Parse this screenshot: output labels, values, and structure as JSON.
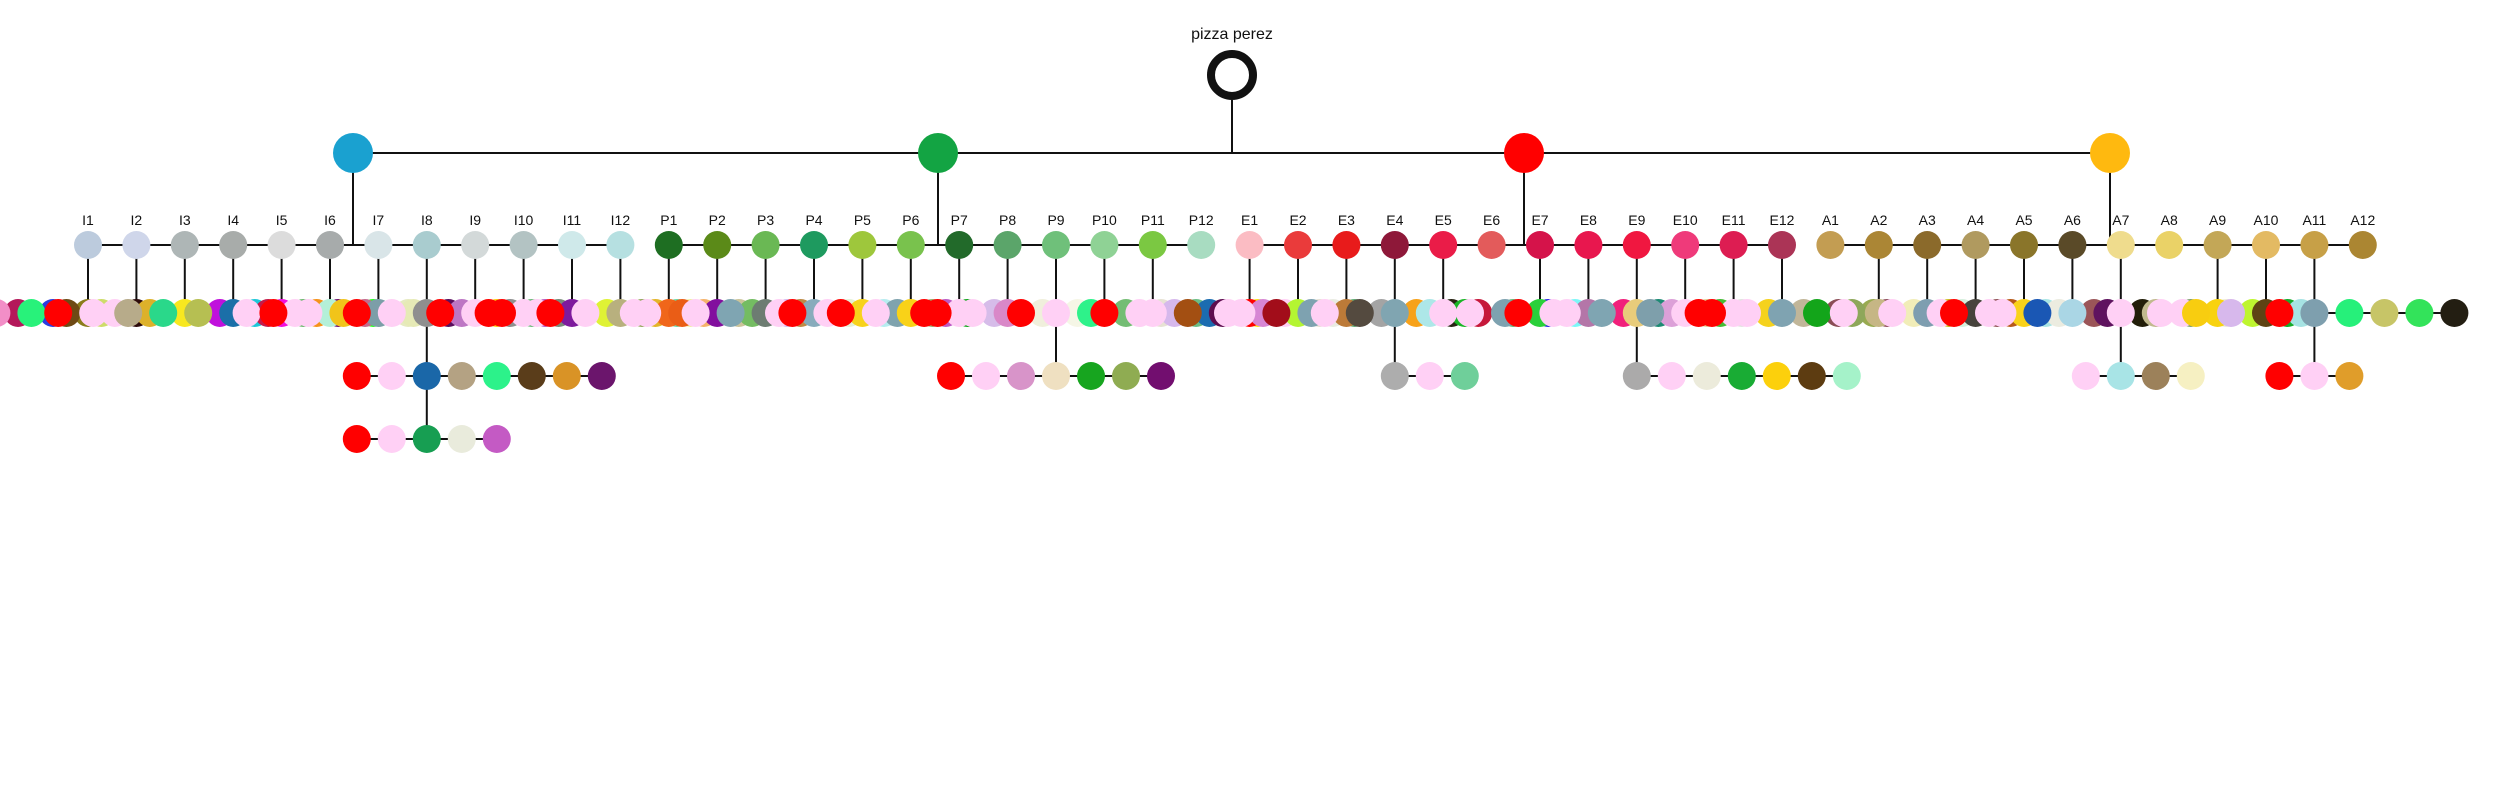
{
  "root": {
    "label": "pizza perez"
  },
  "groups": [
    {
      "color": "#1aa1d0",
      "children": [
        {
          "label": "I1",
          "color": "#bccbdd",
          "chain": [
            {
              "colors": [
                "#ffd0f5",
                "#b4185a",
                "#2a3de0",
                "#8b7c1c"
              ],
              "stem": -1
            }
          ]
        },
        {
          "label": "I2",
          "color": "#cfd6ea",
          "chain": [
            {
              "colors": [
                "#f28ec7",
                "#28f27a",
                "#6e4a14",
                "#cddc6a",
                "#2d0b0b"
              ],
              "stem": -1
            }
          ]
        },
        {
          "label": "I3",
          "color": "#aeb6b6",
          "chain": [
            {
              "colors": [
                "#ffd0f5",
                "#ddb12a",
                "#f8e81f",
                "#c011dc",
                "#1ec7d8"
              ],
              "stem": 2
            }
          ]
        },
        {
          "label": "I4",
          "color": "#a8acaa",
          "chain": [
            {
              "colors": [
                "#ff0000",
                "#ffd0f5",
                "#b7ab8a",
                "#2ad88a",
                "#b6bf52",
                "#1b6fa8",
                "#c41a4a",
                "#6cb86e",
                "#6d0e6f",
                "#2bff26",
                "#e6eac1"
              ],
              "stem": 5
            }
          ]
        },
        {
          "label": "I5",
          "color": "#dcdcdc",
          "chain": [
            {
              "colors": [
                "#ffd0f5",
                "#f00fdc",
                "#f5921a"
              ],
              "stem": 1
            }
          ]
        },
        {
          "label": "I6",
          "color": "#a7abab",
          "chain": [
            {
              "colors": [
                "#ffd0f5",
                "#b4f0d8",
                "#c56a8b"
              ],
              "stem": 1
            }
          ]
        },
        {
          "label": "I7",
          "color": "#d9e5e8",
          "chain": [
            {
              "colors": [
                "#ff0000",
                "#ffd0f5",
                "#f1c41a",
                "#7c9ea8",
                "#e6eab6",
                "#5a0d5c"
              ],
              "stem": 3
            }
          ]
        },
        {
          "label": "I8",
          "color": "#a9cccf",
          "chain": [
            {
              "colors": [
                "#ff0000",
                "#ffd0f5",
                "#8f8f8f",
                "#bd76c4",
                "#f9cf0f",
                "#6dba7a"
              ],
              "stem": 2
            },
            {
              "colors": [
                "#ff0000",
                "#ffd0f5",
                "#1a67a8",
                "#b4a283",
                "#2cf28a",
                "#5a3d1a",
                "#d99326",
                "#6b156c"
              ],
              "stem": 2
            },
            {
              "colors": [
                "#ff0000",
                "#ffd0f5",
                "#179e52",
                "#e9ebdc",
                "#c45ac4"
              ],
              "stem": 2
            }
          ]
        },
        {
          "label": "I9",
          "color": "#d3d9d9",
          "chain": [
            {
              "colors": [
                "#ff0000",
                "#ffd0f5",
                "#8f8f8f",
                "#b85ac4"
              ],
              "stem": 1
            }
          ]
        },
        {
          "label": "I10",
          "color": "#b3c3c3",
          "chain": [
            {
              "colors": [
                "#ff0000",
                "#ffd0f5",
                "#7a8b79"
              ],
              "stem": 1
            }
          ]
        },
        {
          "label": "I11",
          "color": "#cfe9ea",
          "chain": [
            {
              "colors": [
                "#ff0000",
                "#ffd0f5",
                "#7e1a9d",
                "#dff235",
                "#94a55a",
                "#6cd8a6"
              ],
              "stem": 2
            }
          ]
        },
        {
          "label": "I12",
          "color": "#b6e0e1",
          "chain": [
            {
              "colors": [
                "#ff0000",
                "#ffd0f5",
                "#b8b07e",
                "#e3b52a",
                "#f0efa3"
              ],
              "stem": 2
            }
          ]
        }
      ]
    },
    {
      "color": "#13a443",
      "children": [
        {
          "label": "P1",
          "color": "#1e6e22",
          "chain": [
            {
              "colors": [
                "#ffd0f5",
                "#f0661a",
                "#f5b36b",
                "#cbc49a"
              ],
              "stem": 1
            }
          ]
        },
        {
          "label": "P2",
          "color": "#5b8a18",
          "chain": [
            {
              "colors": [
                "#ffd0f5",
                "#ea5d16",
                "#820f9e",
                "#74bc62",
                "#d6b8ee"
              ],
              "stem": 2
            }
          ]
        },
        {
          "label": "P3",
          "color": "#6ab854",
          "chain": [
            {
              "colors": [
                "#ffd0f5",
                "#7fa5b2",
                "#6d7c72",
                "#bd8a46"
              ],
              "stem": 2
            }
          ]
        },
        {
          "label": "P4",
          "color": "#1e9a5f",
          "chain": [
            {
              "colors": [
                "#ffd0f5",
                "#88abbc",
                "#e4f1d6",
                "#b6ecef"
              ],
              "stem": 1
            }
          ]
        },
        {
          "label": "P5",
          "color": "#9ec73c",
          "chain": [
            {
              "colors": [
                "#ff0000",
                "#ffd0f5",
                "#f7d21c",
                "#7fa3ae",
                "#98ab6a",
                "#0fa51a"
              ],
              "stem": 2
            }
          ]
        },
        {
          "label": "P6",
          "color": "#79c24d",
          "chain": [
            {
              "colors": [
                "#ff0000",
                "#ffd0f5",
                "#f9d218",
                "#bd5ac4"
              ],
              "stem": 2
            }
          ]
        },
        {
          "label": "P7",
          "color": "#226a2a",
          "chain": [
            {
              "colors": [
                "#ff0000",
                "#ffd0f5",
                "#d6bce9"
              ],
              "stem": 1
            }
          ]
        },
        {
          "label": "P8",
          "color": "#5ba56a",
          "chain": [
            {
              "colors": [
                "#ff0000",
                "#ffd0f5",
                "#d988c8",
                "#f0efdc",
                "#f5f6e6"
              ],
              "stem": 2
            }
          ]
        },
        {
          "label": "P9",
          "color": "#6fc07a",
          "chain": [
            {
              "colors": [
                "#ff0000",
                "#ffd0f5",
                "#2ef28a",
                "#74bd74",
                "#e7e2d4",
                "#6cbd84"
              ],
              "stem": 1
            },
            {
              "colors": [
                "#ff0000",
                "#ffd0f5",
                "#d894c9",
                "#efe0c1",
                "#17a51f",
                "#8fac52",
                "#720e6f"
              ],
              "stem": 3
            }
          ]
        },
        {
          "label": "P10",
          "color": "#8fd295",
          "chain": [
            {
              "colors": [
                "#ff0000",
                "#ffd0f5",
                "#d6b8ec",
                "#1b6cb0"
              ],
              "stem": 0
            }
          ]
        },
        {
          "label": "P11",
          "color": "#7bc842",
          "chain": [
            {
              "colors": [
                "#ffd0f5",
                "#a34f12",
                "#5e0d4f",
                "#f7e51a"
              ],
              "stem": 0
            }
          ]
        },
        {
          "label": "P12",
          "color": "#a8dcc1",
          "chain": []
        }
      ]
    },
    {
      "color": "#ff0000",
      "children": [
        {
          "label": "E1",
          "color": "#fbbcc3",
          "chain": [
            {
              "colors": [
                "#ff0000",
                "#ffd0f5",
                "#e6e0d3",
                "#5fad74"
              ],
              "stem": 0
            }
          ]
        },
        {
          "label": "E2",
          "color": "#ea3b3b",
          "chain": [
            {
              "colors": [
                "#ffd0f5",
                "#d786d4",
                "#b4f532",
                "#e9ebe2"
              ],
              "stem": 2
            }
          ]
        },
        {
          "label": "E3",
          "color": "#e81b1b",
          "chain": [
            {
              "colors": [
                "#ffd0f5",
                "#a20d1a",
                "#7ea2b0",
                "#bc7a38",
                "#a4a4a4",
                "#f7a21a",
                "#282414"
              ],
              "stem": 3
            }
          ]
        },
        {
          "label": "E4",
          "color": "#8e1839",
          "chain": [
            {
              "colors": [
                "#ffd0f5",
                "#544a3f",
                "#80a5b1",
                "#ade7e8",
                "#19b526"
              ],
              "stem": 2
            },
            {
              "colors": [
                "#adadad",
                "#ffd0f5",
                "#6fcf9a"
              ],
              "stem": 0
            }
          ]
        },
        {
          "label": "E5",
          "color": "#ea1c48",
          "chain": [
            {
              "colors": [
                "#ffd0f5",
                "#c6183a",
                "#64b878",
                "#2a26e8"
              ],
              "stem": 0
            }
          ]
        },
        {
          "label": "E6",
          "color": "#e35b5b",
          "chain": []
        },
        {
          "label": "E7",
          "color": "#d5134a",
          "chain": [
            {
              "colors": [
                "#ffd0f5",
                "#7ea2b0",
                "#2ad03a",
                "#7cf7f7"
              ],
              "stem": 2
            }
          ]
        },
        {
          "label": "E8",
          "color": "#e8174e",
          "chain": [
            {
              "colors": [
                "#ff0000",
                "#ffd0f5",
                "#b476a8",
                "#f1207b",
                "#1d8a73"
              ],
              "stem": 2
            }
          ]
        },
        {
          "label": "E9",
          "color": "#f01740",
          "chain": [
            {
              "colors": [
                "#ffd0f5",
                "#7fa5b2",
                "#e8cc7b",
                "#dca0d8",
                "#e2d193",
                "#e3e3e1"
              ],
              "stem": 2
            },
            {
              "colors": [
                "#abaaaa",
                "#ffd0f5",
                "#ecebdb",
                "#19ac34",
                "#fcd00c",
                "#5d3c11",
                "#a5f2c9"
              ],
              "stem": 0
            }
          ]
        },
        {
          "label": "E10",
          "color": "#ef3a7a",
          "chain": [
            {
              "colors": [
                "#7e9fab",
                "#ffd0f5",
                "#45bb35"
              ],
              "stem": 1
            }
          ]
        },
        {
          "label": "E11",
          "color": "#dd1d52",
          "chain": [
            {
              "colors": [
                "#ff0000",
                "#ffd0f5",
                "#f5d21d",
                "#c1b699",
                "#8b4d56",
                "#98aa50"
              ],
              "stem": 1
            }
          ]
        },
        {
          "label": "E12",
          "color": "#ab3456",
          "chain": [
            {
              "colors": [
                "#ff0000",
                "#ffd0f5",
                "#7fa3b1",
                "#13a51a",
                "#8ea75a",
                "#8f4e5c"
              ],
              "stem": 2
            }
          ]
        }
      ]
    },
    {
      "color": "#ffb90f",
      "children": [
        {
          "label": "A1",
          "color": "#c39d52",
          "chain": []
        },
        {
          "label": "A2",
          "color": "#ab8635",
          "chain": [
            {
              "colors": [
                "#ffd0f5",
                "#c6b685",
                "#f1edb8",
                "#cabd1e"
              ],
              "stem": 1
            }
          ]
        },
        {
          "label": "A3",
          "color": "#8b6a2b",
          "chain": [
            {
              "colors": [
                "#ffd0f5",
                "#7e9eb0",
                "#d5efdc",
                "#8f5255"
              ],
              "stem": 1
            }
          ]
        },
        {
          "label": "A4",
          "color": "#b09a5f",
          "chain": [
            {
              "colors": [
                "#ffd0f5",
                "#47433c",
                "#b75a1a",
                "#a8e5e5"
              ],
              "stem": 1
            }
          ]
        },
        {
          "label": "A5",
          "color": "#8a752a",
          "chain": [
            {
              "colors": [
                "#ff0000",
                "#ffd0f5",
                "#f9d21a",
                "#ecece0",
                "#9b5558"
              ],
              "stem": 2
            }
          ]
        },
        {
          "label": "A6",
          "color": "#5a4a28",
          "chain": [
            {
              "colors": [
                "#ffd0f5",
                "#1a57b4",
                "#aad6e5",
                "#5f135f",
                "#231e09"
              ],
              "stem": 2
            }
          ]
        },
        {
          "label": "A7",
          "color": "#efdc8d",
          "chain": [
            {
              "colors": [
                "#ffd0f5",
                "#c1b98e",
                "#7e9e6c",
                "#eeedd6"
              ],
              "stem": 0
            },
            {
              "colors": [
                "#ffd0f5",
                "#a8e4e6",
                "#9c815a",
                "#f6f0c2"
              ],
              "stem": 1
            }
          ]
        },
        {
          "label": "A8",
          "color": "#ead267",
          "chain": []
        },
        {
          "label": "A9",
          "color": "#c3a757",
          "chain": [
            {
              "colors": [
                "#ffd0f5",
                "#f8d20f",
                "#bef530",
                "#16ab2a"
              ],
              "stem": 1
            }
          ]
        },
        {
          "label": "A10",
          "color": "#e3ba63",
          "chain": [
            {
              "colors": [
                "#ffd0f5",
                "#f8cd10",
                "#d7b8ec",
                "#5e4314",
                "#a6e3e3"
              ],
              "stem": 3
            }
          ]
        },
        {
          "label": "A11",
          "color": "#c7a047",
          "chain": [
            {
              "colors": [
                "#ff0000",
                "#7e9fae",
                "#26f07a",
                "#c7c567",
                "#33e35a",
                "#231e12"
              ],
              "stem": 1
            },
            {
              "colors": [
                "#ff0000",
                "#ffd0f5",
                "#e09d2a"
              ],
              "stem": 1
            }
          ]
        },
        {
          "label": "A12",
          "color": "#ab8632",
          "chain": []
        }
      ]
    }
  ]
}
